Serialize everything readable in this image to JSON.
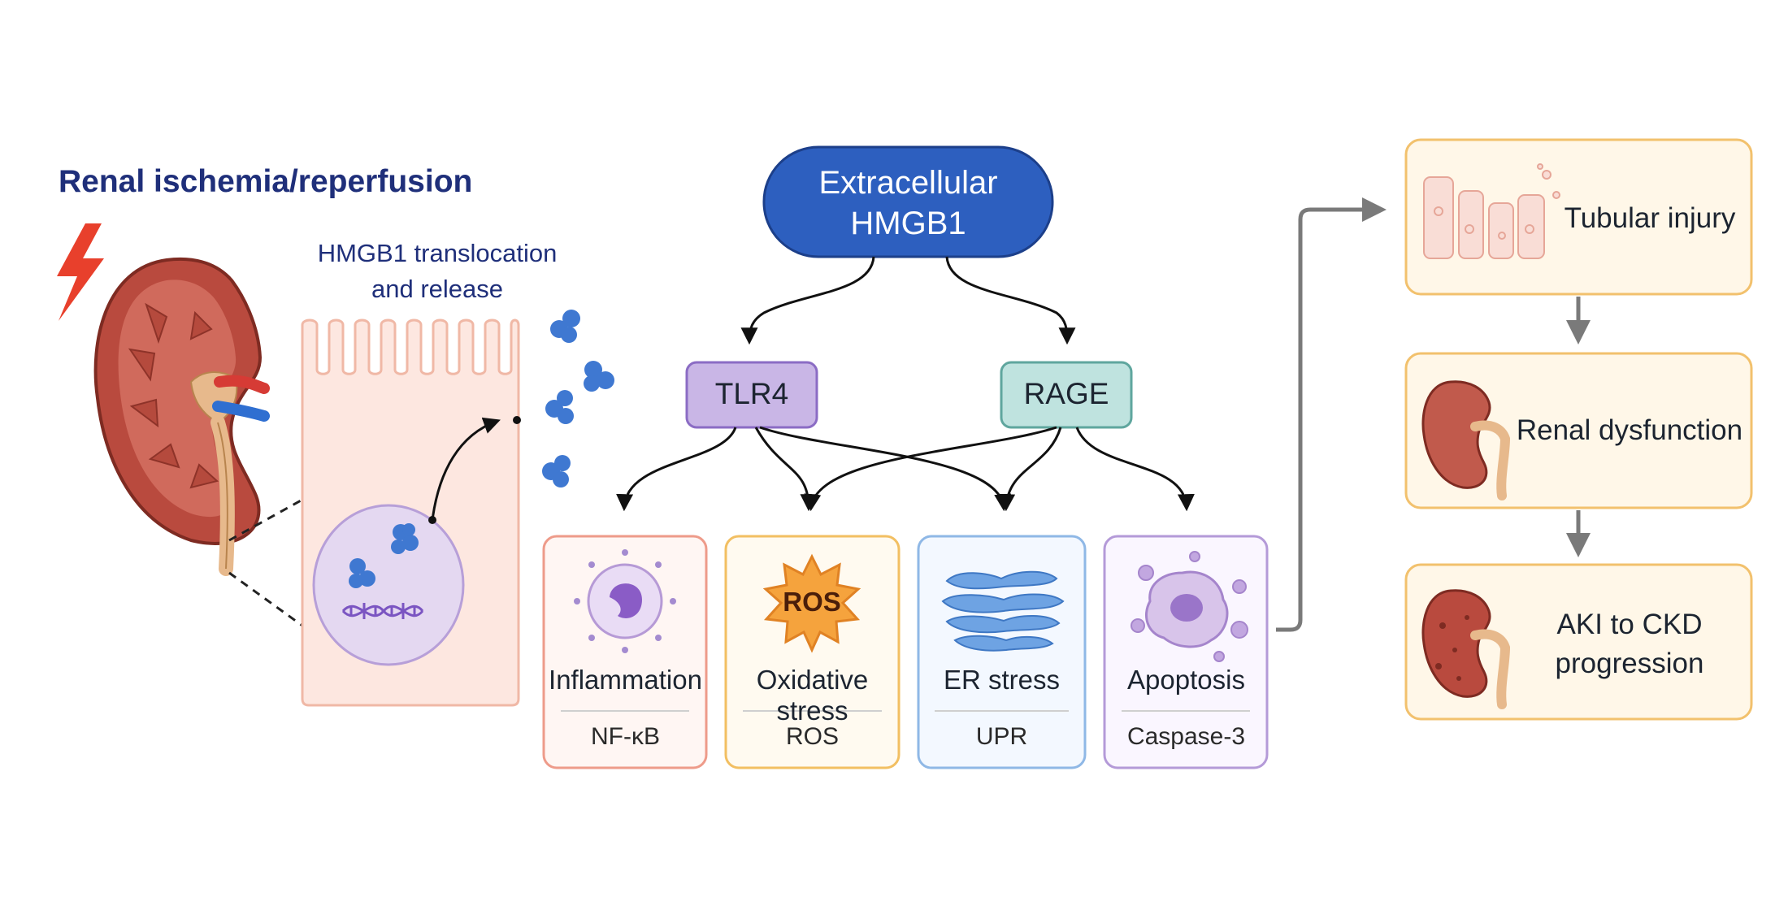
{
  "title": "Renal ischemia/reperfusion",
  "translocation_label_line1": "HMGB1 translocation",
  "translocation_label_line2": "and release",
  "central_node": {
    "line1": "Extracellular",
    "line2": "HMGB1"
  },
  "receptors": [
    {
      "label": "TLR4",
      "fill": "#c9b6e6",
      "stroke": "#8b6cc4"
    },
    {
      "label": "RAGE",
      "fill": "#bfe3df",
      "stroke": "#5fa69e"
    }
  ],
  "processes": [
    {
      "name": "Inflammation",
      "marker": "NF-κB",
      "stroke": "#ee9b8a",
      "fill": "#fff6f3"
    },
    {
      "name": "Oxidative stress",
      "marker": "ROS",
      "icon_text": "ROS",
      "stroke": "#f2bf62",
      "fill": "#fffaf0"
    },
    {
      "name": "ER stress",
      "marker": "UPR",
      "stroke": "#8fb8e6",
      "fill": "#f3f8ff"
    },
    {
      "name": "Apoptosis",
      "marker": "Caspase-3",
      "stroke": "#b49ad8",
      "fill": "#faf6ff"
    }
  ],
  "outcomes": [
    {
      "label": "Tubular injury"
    },
    {
      "label": "Renal dysfunction"
    },
    {
      "label_line1": "AKI to CKD",
      "label_line2": "progression"
    }
  ],
  "colors": {
    "title": "#1f2f7a",
    "central_fill": "#2d5fbf",
    "hmgb1_protein": "#3f78d1",
    "outcome_fill": "#fff7e8",
    "outcome_stroke": "#f2c16d",
    "cell_fill": "#fde7e0",
    "cell_stroke": "#f0b8a6",
    "nucleus_fill": "#e4d8f1",
    "lightning": "#e8402c",
    "arrow_gray": "#7a7a7a"
  },
  "icons": [
    "lightning-icon",
    "kidney-icon",
    "dna-icon",
    "immune-cell-icon",
    "ros-burst-icon",
    "er-icon",
    "apoptotic-cell-icon",
    "tubule-icon"
  ]
}
